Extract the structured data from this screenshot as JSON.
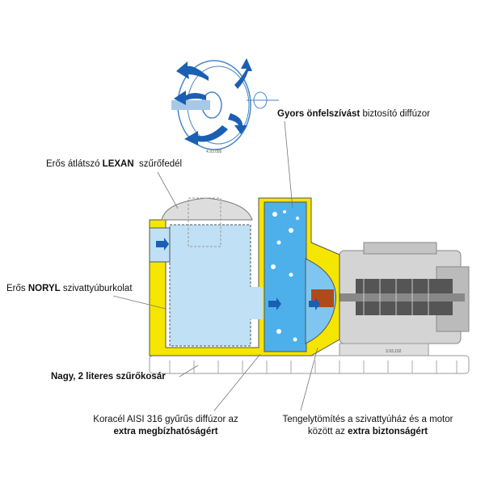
{
  "labels": {
    "diffuser": {
      "bold": "Gyors önfelszívást",
      "rest": " biztosító diffúzor"
    },
    "lid": {
      "pre": "Erős átlátszó ",
      "bold": "LEXAN",
      "post": "  szűrőfedél"
    },
    "housing": {
      "pre": "Erős ",
      "bold": "NORYL",
      "post": " szivattyúburkolat"
    },
    "basket": {
      "bold": "Nagy, 2 literes szűrőkosár"
    },
    "ring_diffuser": {
      "line1": "Koracél AISI 316 gyűrűs diffúzor az",
      "bold": "extra megbízhatóságért"
    },
    "seal": {
      "line1": "Tengelytömítés a szivattyúház és a motor",
      "pre2": "között az ",
      "bold": "extra biztonságért"
    }
  },
  "codes": {
    "impeller": "4.93.095",
    "pump": "3.93.102"
  },
  "colors": {
    "housing": "#f5e600",
    "water": "#bfe0f5",
    "diffuser": "#4db0ea",
    "arrow": "#1a5fb4",
    "motor": "#d4d4d4"
  }
}
